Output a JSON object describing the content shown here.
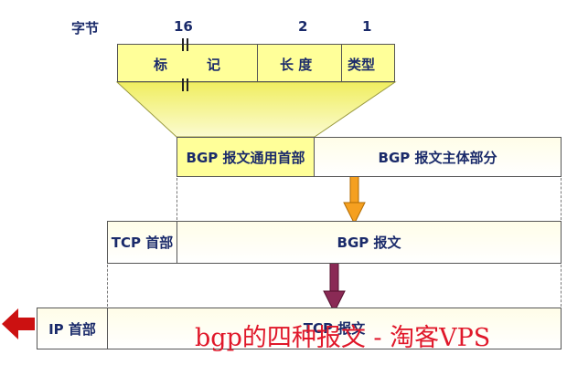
{
  "header": {
    "bytes_label": "字节",
    "field_sizes": [
      "16",
      "2",
      "1"
    ]
  },
  "bgp_header": {
    "marker": [
      "标",
      "记"
    ],
    "length": "长 度",
    "type": "类型"
  },
  "layers": {
    "bgp_common_header": "BGP 报文通用首部",
    "bgp_body": "BGP 报文主体部分",
    "tcp_header": "TCP 首部",
    "bgp_message": "BGP 报文",
    "ip_header": "IP 首部",
    "tcp_message": "TCP 报文"
  },
  "colors": {
    "header_fill": "#ffff99",
    "orange_arrow": "#f5a020",
    "purple_arrow": "#8a2a55",
    "red_arrow": "#cc1111",
    "watermark": "#e0182a"
  },
  "watermark": "bgp的四种报文 - 淘客VPS"
}
